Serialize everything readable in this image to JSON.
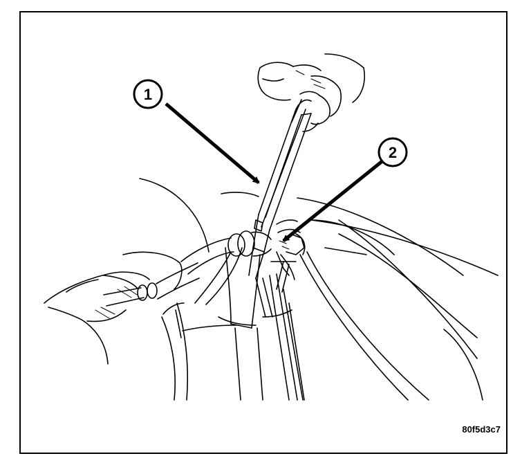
{
  "callouts": [
    {
      "label": "1"
    },
    {
      "label": "2"
    }
  ],
  "figure_id": "80f5d3c7",
  "colors": {
    "line": "#000000",
    "background": "#ffffff"
  }
}
